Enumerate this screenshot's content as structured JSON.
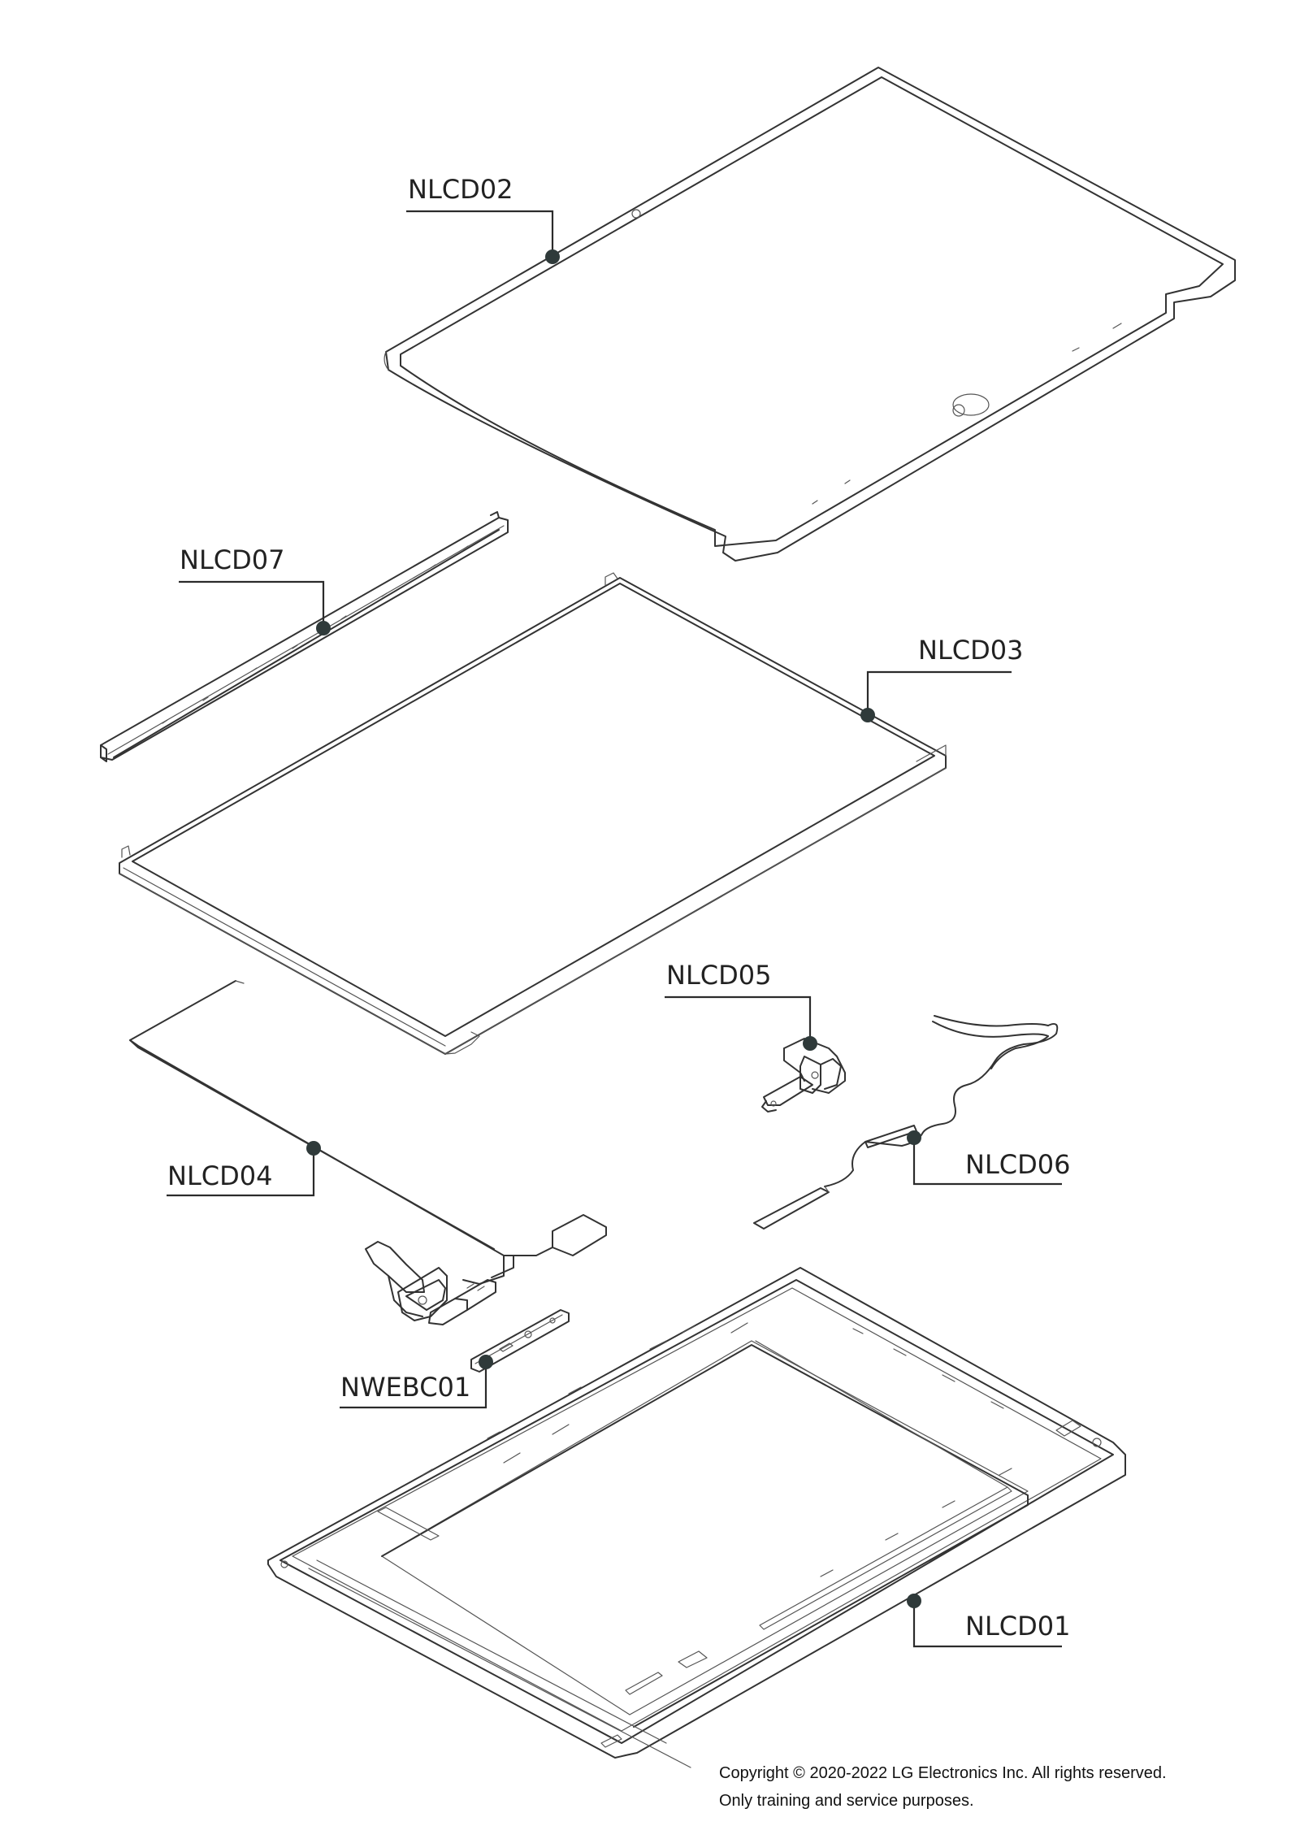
{
  "labels": {
    "nlcd01": "NLCD01",
    "nlcd02": "NLCD02",
    "nlcd03": "NLCD03",
    "nlcd04": "NLCD04",
    "nlcd05": "NLCD05",
    "nlcd06": "NLCD06",
    "nlcd07": "NLCD07",
    "nwebc01": "NWEBC01"
  },
  "footer": {
    "copyright_line1": "Copyright © 2020-2022 LG Electronics Inc. All rights reserved.",
    "copyright_line2": "Only training and service purposes."
  },
  "colors": {
    "line": "#333333",
    "callout_dot": "#2f3a3a",
    "background": "#ffffff"
  }
}
